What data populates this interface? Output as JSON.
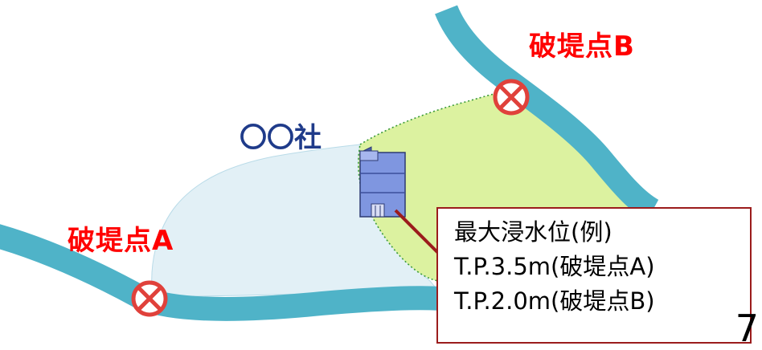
{
  "company": {
    "label": "〇〇社"
  },
  "breaches": {
    "a": {
      "label": "破堤点A"
    },
    "b": {
      "label": "破堤点B"
    }
  },
  "info_box": {
    "title": "最大浸水位(例)",
    "lines": [
      "T.P.3.5m(破堤点A)",
      "T.P.2.0m(破堤点B)"
    ]
  },
  "page_number": "7",
  "colors": {
    "river": "#4fb3c8",
    "flood_area_a": "#e2f0f6",
    "flood_area_b": "#dcf2a0",
    "breach_label": "#ff0000",
    "company_label": "#1f3b8a",
    "breach_marker": "#e0413b",
    "info_border": "#9b1c1c",
    "building": "#6f86d6"
  }
}
